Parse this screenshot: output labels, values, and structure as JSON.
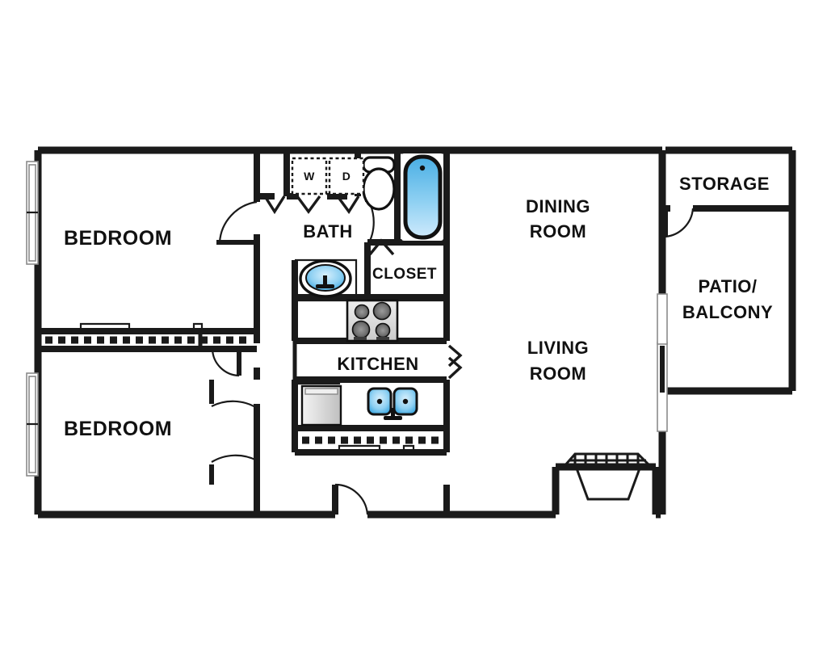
{
  "plan": {
    "title": "Apartment Floor Plan",
    "background_color": "#ffffff",
    "wall_color": "#1a1a1a",
    "fixture_blue_light": "#bfe6fb",
    "fixture_blue_dark": "#3aa6e0",
    "appliance_gray": "#d9d9d9"
  },
  "rooms": [
    {
      "id": "bedroom_top",
      "label": "BEDROOM",
      "label2": "",
      "size": "big"
    },
    {
      "id": "bedroom_bottom",
      "label": "BEDROOM",
      "label2": "",
      "size": "big"
    },
    {
      "id": "bath",
      "label": "BATH",
      "label2": "",
      "size": "med"
    },
    {
      "id": "closet",
      "label": "CLOSET",
      "label2": "",
      "size": "sm"
    },
    {
      "id": "kitchen",
      "label": "KITCHEN",
      "label2": "",
      "size": "med"
    },
    {
      "id": "dining",
      "label": "DINING",
      "label2": "ROOM",
      "size": "med"
    },
    {
      "id": "living",
      "label": "LIVING",
      "label2": "ROOM",
      "size": "med"
    },
    {
      "id": "storage",
      "label": "STORAGE",
      "label2": "",
      "size": "med"
    },
    {
      "id": "patio",
      "label": "PATIO/",
      "label2": "BALCONY",
      "size": "med"
    }
  ],
  "labels": {
    "bedroom_top": "BEDROOM",
    "bedroom_bottom": "BEDROOM",
    "bath": "BATH",
    "closet": "CLOSET",
    "kitchen": "KITCHEN",
    "dining_line1": "DINING",
    "dining_line2": "ROOM",
    "living_line1": "LIVING",
    "living_line2": "ROOM",
    "storage": "STORAGE",
    "patio_line1": "PATIO/",
    "patio_line2": "BALCONY",
    "washer": "W",
    "dryer": "D"
  },
  "fixtures": [
    {
      "name": "bathtub",
      "room": "bath",
      "icon": "tub-icon"
    },
    {
      "name": "toilet",
      "room": "bath",
      "icon": "toilet-icon"
    },
    {
      "name": "vanity-sink",
      "room": "bath",
      "icon": "sink-icon"
    },
    {
      "name": "washer",
      "room": "bath",
      "icon": "washer-icon",
      "text": "W"
    },
    {
      "name": "dryer",
      "room": "bath",
      "icon": "dryer-icon",
      "text": "D"
    },
    {
      "name": "range-stove",
      "room": "kitchen",
      "icon": "stove-icon",
      "burners": 4
    },
    {
      "name": "dishwasher",
      "room": "kitchen",
      "icon": "dishwasher-icon"
    },
    {
      "name": "double-sink",
      "room": "kitchen",
      "icon": "kitchen-sink-icon",
      "basins": 2
    },
    {
      "name": "entry-stoop",
      "room": "living",
      "icon": "stairs-icon"
    }
  ],
  "openings": {
    "windows": 4,
    "doors": 8,
    "bifold_doors": 3
  }
}
